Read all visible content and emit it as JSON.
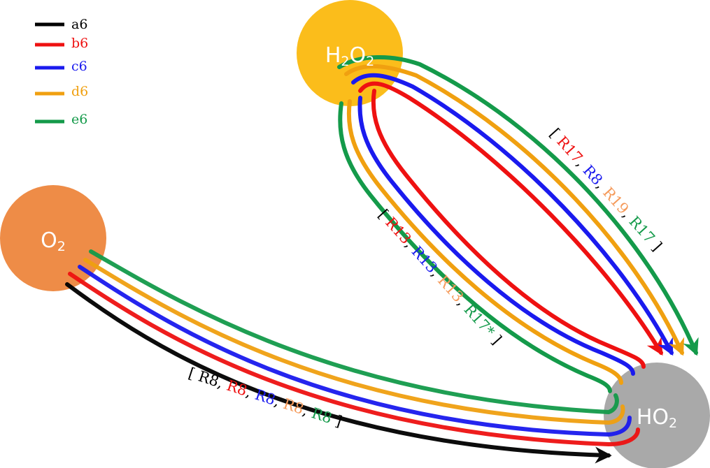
{
  "legend": [
    {
      "label": "a6",
      "color": "#000000"
    },
    {
      "label": "b6",
      "color": "#ee1111"
    },
    {
      "label": "c6",
      "color": "#1a1aee"
    },
    {
      "label": "d6",
      "color": "#f0a010"
    },
    {
      "label": "e6",
      "color": "#149a4a"
    }
  ],
  "nodes": {
    "h2o2": {
      "main": "H",
      "sub1": "2",
      "mid": "O",
      "sub2": "2",
      "color": "#fbbd1b"
    },
    "o2": {
      "main": "O",
      "sub": "2",
      "color": "#ee8c47"
    },
    "ho2": {
      "main": "HO",
      "sub": "2",
      "color": "#a9a9a9"
    }
  },
  "labels": {
    "o2_to_ho2": {
      "open": "[",
      "close": "]",
      "items": [
        {
          "text": "R8",
          "color": "#000000"
        },
        {
          "text": "R8",
          "color": "#ee1111"
        },
        {
          "text": "R8",
          "color": "#1a1aee"
        },
        {
          "text": "R8",
          "color": "#f59a5a"
        },
        {
          "text": "R8",
          "color": "#149a4a"
        }
      ]
    },
    "h2o2_outer": {
      "open": "[",
      "close": "]",
      "items": [
        {
          "text": "R17",
          "color": "#ee1111"
        },
        {
          "text": "R8",
          "color": "#1a1aee"
        },
        {
          "text": "R19",
          "color": "#f59a5a"
        },
        {
          "text": "R17",
          "color": "#149a4a"
        }
      ]
    },
    "h2o2_inner": {
      "open": "[",
      "close": "]",
      "items": [
        {
          "text": "R13",
          "color": "#ee1111"
        },
        {
          "text": "R13",
          "color": "#1a1aee"
        },
        {
          "text": "R13",
          "color": "#f59a5a"
        },
        {
          "text": "R17*",
          "color": "#149a4a"
        }
      ]
    }
  }
}
